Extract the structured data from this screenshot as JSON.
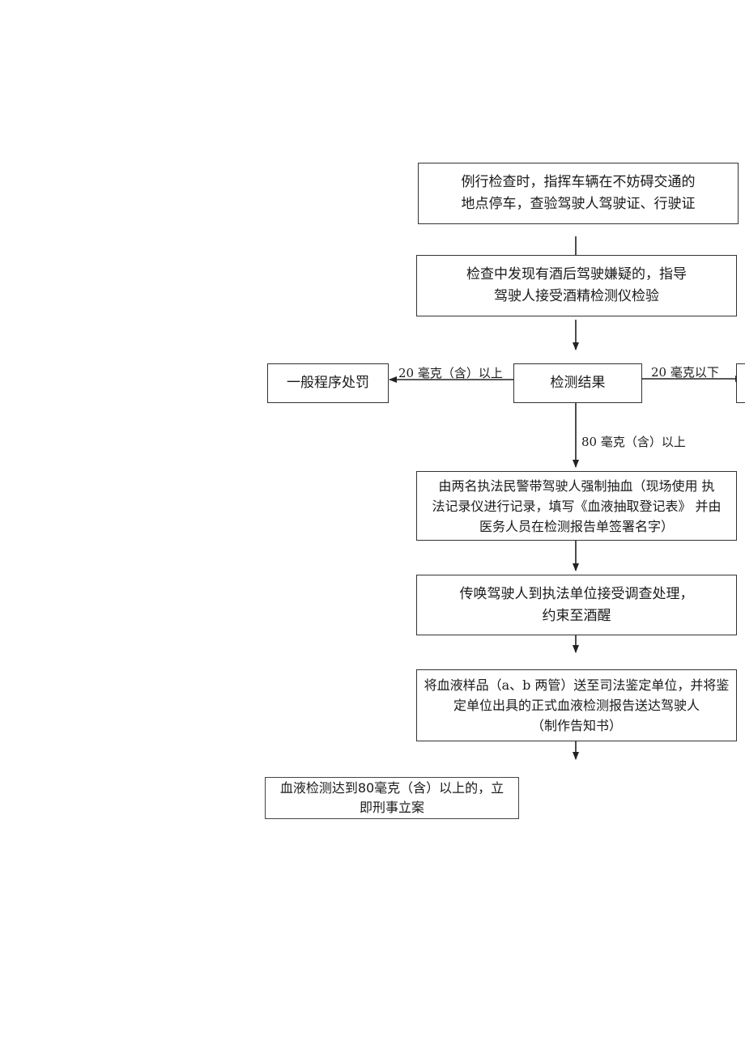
{
  "flowchart": {
    "step1": {
      "line1": "例行检查时，指挥车辆在不妨碍交通的",
      "line2": "地点停车，查验驾驶人驾驶证、行驶证"
    },
    "step2": {
      "line1": "检查中发现有酒后驾驶嫌疑的，指导",
      "line2": "驾驶人接受酒精检测仪检验"
    },
    "result": {
      "label": "检测结果"
    },
    "left_branch": {
      "label": "一般程序处罚",
      "condition": "20 毫克（含）以上"
    },
    "right_branch": {
      "condition": "20 毫克以下"
    },
    "down_branch": {
      "condition": "80 毫克（含）以上"
    },
    "step4": {
      "line1": "由两名执法民警带驾驶人强制抽血（现场使用 执",
      "line2": "法记录仪进行记录，填写《血液抽取登记表》 并由",
      "line3": "医务人员在检测报告单签署名字）"
    },
    "step5": {
      "line1": "传唤驾驶人到执法单位接受调查处理，",
      "line2": "约束至酒醒"
    },
    "step6": {
      "line1": "将血液样品（a、b 两管）送至司法鉴定单位，并将鉴",
      "line2": "定单位出具的正式血液检测报告送达驾驶人",
      "line3": "（制作告知书）"
    },
    "final": {
      "line1": "血液检测达到80毫克（含）以上的，立",
      "line2": "即刑事立案"
    }
  }
}
